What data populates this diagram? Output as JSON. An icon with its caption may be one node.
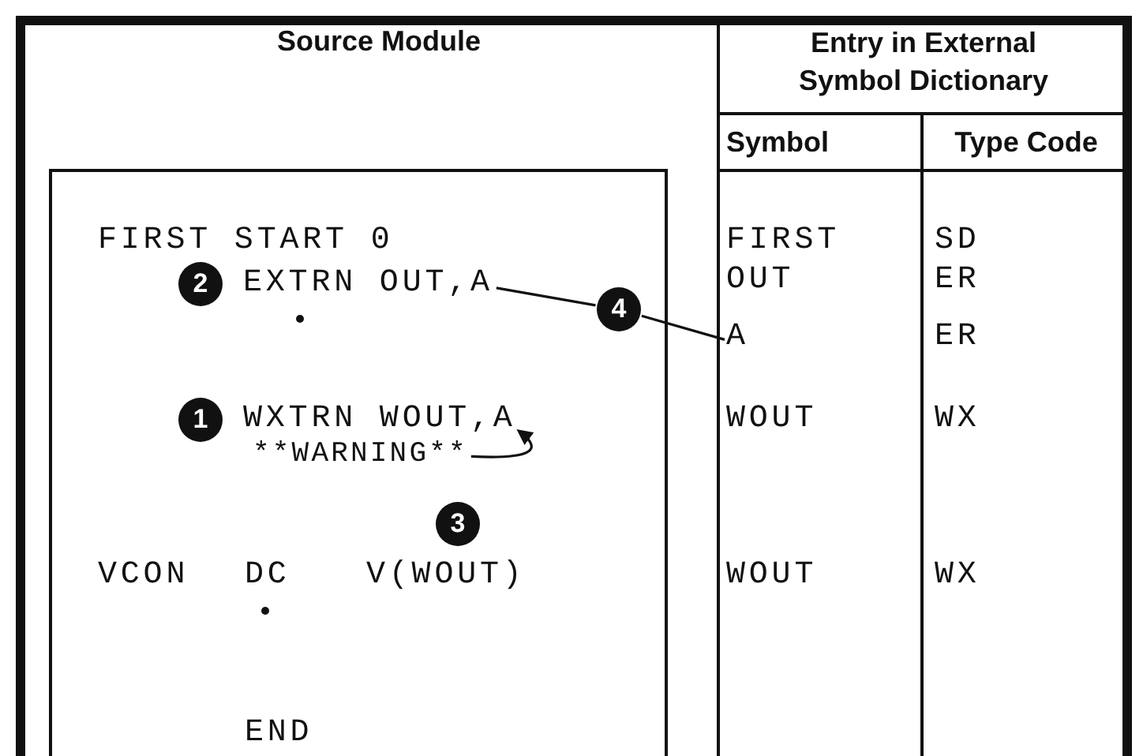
{
  "diagram": {
    "nodes": [
      {
        "text": [
          "2"
        ]
      },
      {
        "text": [
          "EXTRN OUT,A"
        ]
      },
      {
        "text": [
          "4"
        ]
      },
      {
        "text": [
          "A"
        ]
      },
      {
        "text": [
          "1"
        ]
      },
      {
        "text": [
          "WXTRN WOUT,A"
        ]
      },
      {
        "text": [
          "**WARNING**"
        ]
      },
      {
        "text": [
          "3"
        ]
      }
    ],
    "edges": [
      {
        "from": 1,
        "to": 2,
        "arrow": "none"
      },
      {
        "from": 2,
        "to": 3,
        "arrow": "none"
      },
      {
        "from": 6,
        "to": 5,
        "arrow": "to"
      }
    ],
    "labels": [
      "Source Module",
      "Entry in External Symbol Dictionary",
      "Symbol",
      "Type Code",
      "FIRST START 0",
      "FIRST",
      "SD",
      "OUT",
      "ER",
      "ER",
      "WOUT",
      "WX",
      "VCON",
      "DC",
      "V(WOUT)",
      "WOUT",
      "WX",
      "END"
    ]
  }
}
